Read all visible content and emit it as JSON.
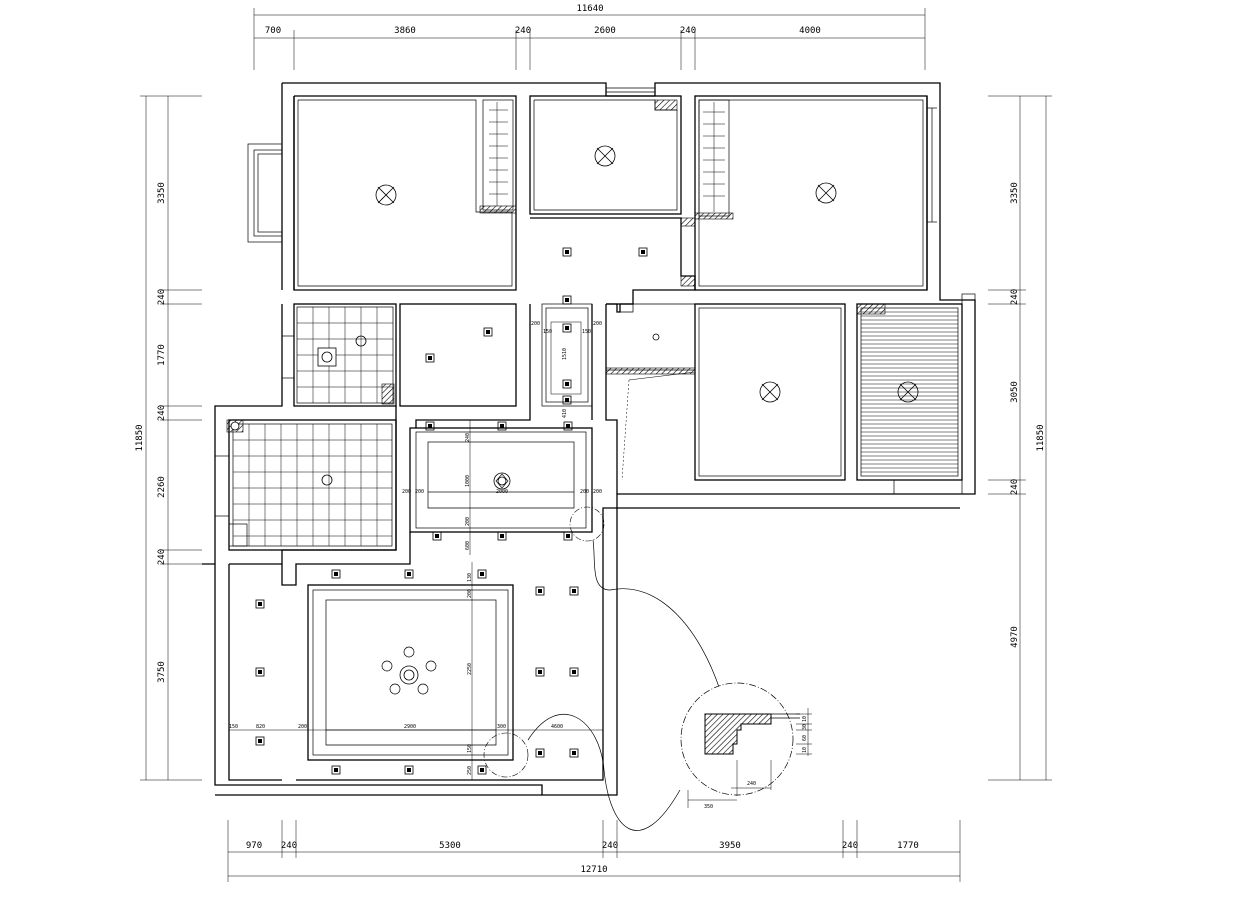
{
  "dims": {
    "top_total": "11640",
    "top_segments": [
      "700",
      "3860",
      "240",
      "2600",
      "240",
      "4000"
    ],
    "bottom_total": "12710",
    "bottom_segments": [
      "970",
      "240",
      "5300",
      "240",
      "3950",
      "240",
      "1770"
    ],
    "left_total": "11850",
    "left_segments": [
      "3350",
      "240",
      "1770",
      "240",
      "2260",
      "240",
      "3750"
    ],
    "right_total": "11850",
    "right_segments": [
      "3350",
      "240",
      "3050",
      "240",
      "4970"
    ]
  },
  "ceiling_labels": {
    "corridor": [
      "200",
      "1510",
      "200",
      "150",
      "150",
      "410"
    ],
    "dining": [
      "200",
      "200",
      "1000",
      "200",
      "200",
      "2000",
      "600",
      "240",
      "200"
    ],
    "living": [
      "130",
      "200",
      "2250",
      "150",
      "250",
      "200",
      "2900",
      "300",
      "4600",
      "150",
      "820"
    ]
  },
  "detail_labels": [
    "10",
    "30",
    "60",
    "10",
    "240",
    "350"
  ],
  "colors": {
    "line": "#000000",
    "background": "#ffffff"
  },
  "icons": [
    "ceiling-lamp-icon",
    "downlight-icon",
    "floor-drain-icon",
    "chandelier-icon",
    "exhaust-fan-icon"
  ]
}
